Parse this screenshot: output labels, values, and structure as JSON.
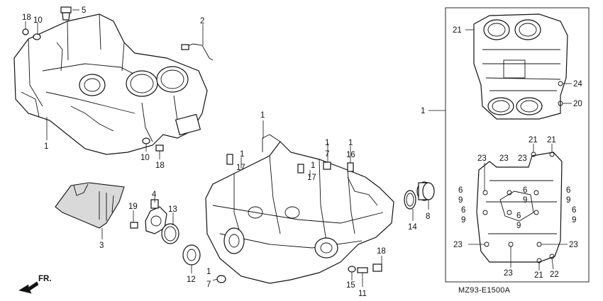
{
  "diagram": {
    "code": "MZ93-E1500A",
    "direction_label": "FR.",
    "callouts": [
      {
        "id": "c18a",
        "text": "18"
      },
      {
        "id": "c10a",
        "text": "10"
      },
      {
        "id": "c5",
        "text": "5"
      },
      {
        "id": "c2",
        "text": "2"
      },
      {
        "id": "c1a",
        "text": "1"
      },
      {
        "id": "c10b",
        "text": "10"
      },
      {
        "id": "c18b",
        "text": "18"
      },
      {
        "id": "c1b",
        "text": "1"
      },
      {
        "id": "c1c",
        "text": "1"
      },
      {
        "id": "c17a",
        "text": "17"
      },
      {
        "id": "c1d",
        "text": "1"
      },
      {
        "id": "c17b",
        "text": "17"
      },
      {
        "id": "c1e",
        "text": "1"
      },
      {
        "id": "c7a",
        "text": "7"
      },
      {
        "id": "c1f",
        "text": "1"
      },
      {
        "id": "c16",
        "text": "16"
      },
      {
        "id": "c4",
        "text": "4"
      },
      {
        "id": "c19",
        "text": "19"
      },
      {
        "id": "c13",
        "text": "13"
      },
      {
        "id": "c3",
        "text": "3"
      },
      {
        "id": "c14",
        "text": "14"
      },
      {
        "id": "c8",
        "text": "8"
      },
      {
        "id": "c12",
        "text": "12"
      },
      {
        "id": "c1g",
        "text": "1"
      },
      {
        "id": "c7b",
        "text": "7"
      },
      {
        "id": "c18c",
        "text": "18"
      },
      {
        "id": "c15",
        "text": "15"
      },
      {
        "id": "c11",
        "text": "11"
      },
      {
        "id": "c1h",
        "text": "1"
      },
      {
        "id": "c21a",
        "text": "21"
      },
      {
        "id": "c24",
        "text": "24"
      },
      {
        "id": "c20",
        "text": "20"
      },
      {
        "id": "c21b",
        "text": "21"
      },
      {
        "id": "c21c",
        "text": "21"
      },
      {
        "id": "c23a",
        "text": "23"
      },
      {
        "id": "c23b",
        "text": "23"
      },
      {
        "id": "c23c",
        "text": "23"
      },
      {
        "id": "c6a",
        "text": "6"
      },
      {
        "id": "c9a",
        "text": "9"
      },
      {
        "id": "c6b",
        "text": "6"
      },
      {
        "id": "c9b",
        "text": "9"
      },
      {
        "id": "c6c",
        "text": "6"
      },
      {
        "id": "c9c",
        "text": "9"
      },
      {
        "id": "c6d",
        "text": "6"
      },
      {
        "id": "c9d",
        "text": "9"
      },
      {
        "id": "c6e",
        "text": "6"
      },
      {
        "id": "c9e",
        "text": "9"
      },
      {
        "id": "c6f",
        "text": "6"
      },
      {
        "id": "c9f",
        "text": "9"
      },
      {
        "id": "c23d",
        "text": "23"
      },
      {
        "id": "c23e",
        "text": "23"
      },
      {
        "id": "c23f",
        "text": "23"
      },
      {
        "id": "c21d",
        "text": "21"
      },
      {
        "id": "c22",
        "text": "22"
      }
    ]
  }
}
